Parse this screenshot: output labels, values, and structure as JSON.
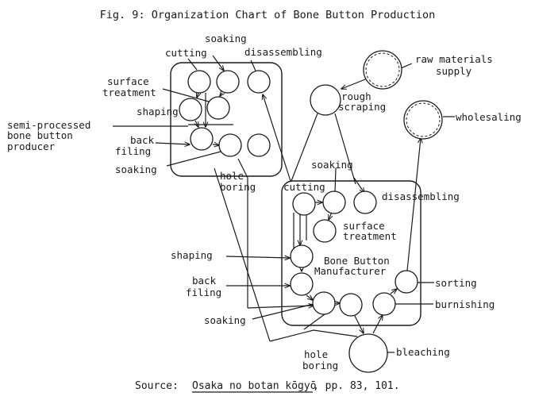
{
  "title": "Fig. 9:  Organization Chart of Bone Button Production",
  "source": {
    "prefix": "Source:",
    "work": "Osaka no botan kōgyō",
    "pages": ", pp. 83, 101."
  },
  "producer": {
    "name_lines": [
      "semi-processed",
      "bone button",
      "producer"
    ],
    "cutting": "cutting",
    "soaking_top": "soaking",
    "disassembling": "disassembling",
    "surface_treatment": [
      "surface",
      "treatment"
    ],
    "shaping": "shaping",
    "back_filing": [
      "back",
      "filing"
    ],
    "soaking_bottom": "soaking",
    "hole_boring": [
      "hole",
      "boring"
    ]
  },
  "outside": {
    "raw_materials": [
      "raw materials",
      "supply"
    ],
    "rough_scraping": [
      "rough",
      "scraping"
    ],
    "wholesaling": "wholesaling"
  },
  "manufacturer": {
    "name_lines": [
      "Bone Button",
      "Manufacturer"
    ],
    "cutting": "cutting",
    "soaking_top": "soaking",
    "disassembling": "disassembling",
    "surface_treatment": [
      "surface",
      "treatment"
    ],
    "shaping": "shaping",
    "back_filing": [
      "back",
      "filing"
    ],
    "soaking_bottom": "soaking",
    "hole_boring": [
      "hole",
      "boring"
    ],
    "sorting": "sorting",
    "burnishing": "burnishing",
    "bleaching": "bleaching"
  }
}
